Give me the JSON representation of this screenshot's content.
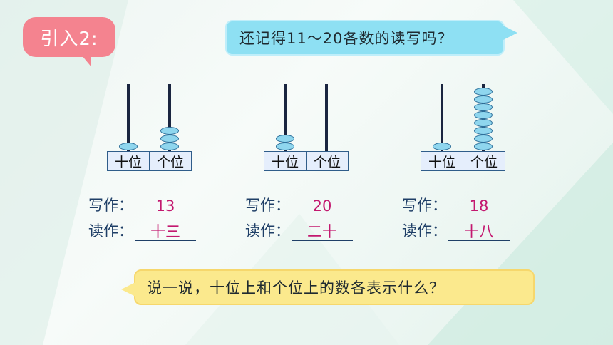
{
  "intro_tag": "引入2:",
  "question": "还记得11～20各数的读写吗？",
  "abaci": [
    {
      "tens_beads": 1,
      "ones_beads": 3,
      "tens_label": "十位",
      "ones_label": "个位",
      "write_label": "写作：",
      "write_value": "13",
      "read_label": "读作：",
      "read_value": "十三"
    },
    {
      "tens_beads": 2,
      "ones_beads": 0,
      "tens_label": "十位",
      "ones_label": "个位",
      "write_label": "写作：",
      "write_value": "20",
      "read_label": "读作：",
      "read_value": "二十"
    },
    {
      "tens_beads": 1,
      "ones_beads": 8,
      "tens_label": "十位",
      "ones_label": "个位",
      "write_label": "写作：",
      "write_value": "18",
      "read_label": "读作：",
      "read_value": "十八"
    }
  ],
  "prompt": "说一说，十位上和个位上的数各表示什么？",
  "colors": {
    "tag": "#f4838f",
    "question_bubble": "#8ee0f3",
    "prompt_bubble": "#fbe98d",
    "answer": "#c3186f",
    "bead": "#8fd6ee"
  }
}
